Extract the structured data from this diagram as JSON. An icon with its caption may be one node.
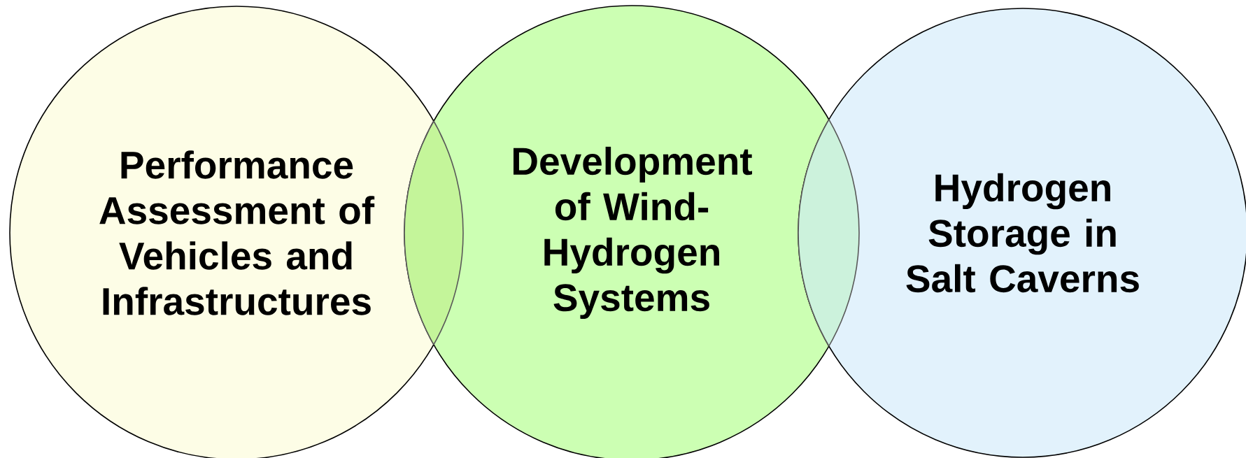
{
  "diagram": {
    "nodes": [
      {
        "text": [
          "Performance Assessment of Vehicles and Infrastructures"
        ]
      },
      {
        "text": [
          "Development of Wind-Hydrogen Systems"
        ]
      },
      {
        "text": [
          "Hydrogen Storage in Salt Caverns"
        ]
      }
    ]
  }
}
